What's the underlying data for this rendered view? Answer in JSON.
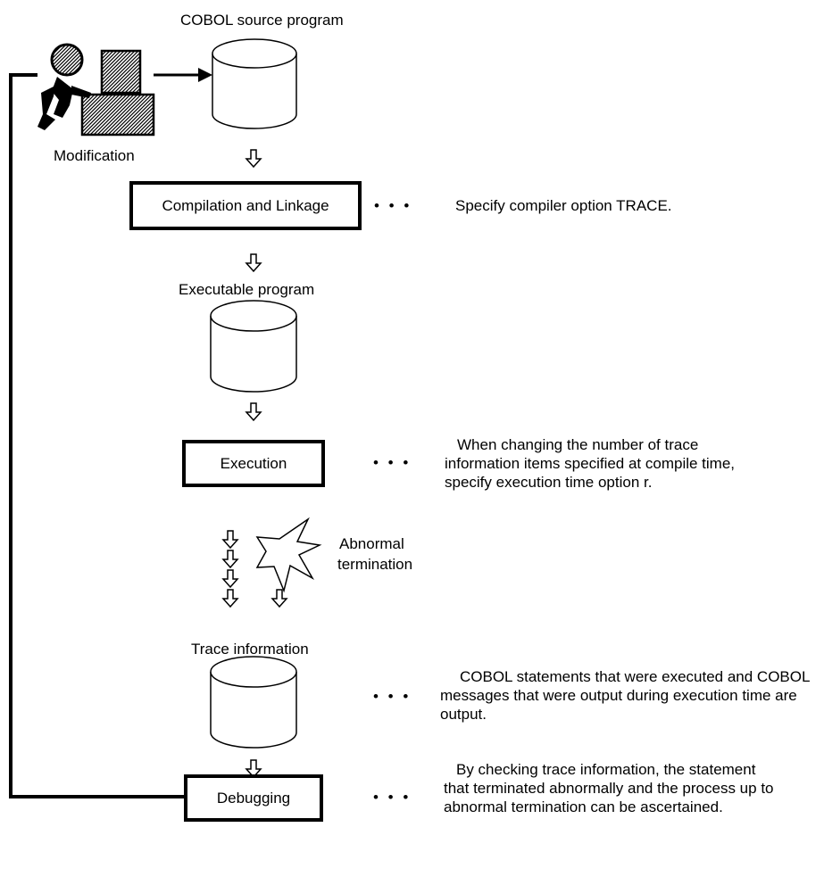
{
  "labels": {
    "source": "COBOL source program",
    "modification": "Modification",
    "executable": "Executable program",
    "abnormal_line1": "Abnormal",
    "abnormal_line2": "termination",
    "trace": "Trace information"
  },
  "steps": {
    "compile": "Compilation and Linkage",
    "execution": "Execution",
    "debugging": "Debugging"
  },
  "notes": {
    "compile": "Specify compiler option TRACE.",
    "execution": "When changing the number of trace information items specified at compile time,  specify execution time option r.",
    "trace": "COBOL statements that were executed and COBOL messages that were output during execution time are output.",
    "debugging": "By checking trace information,  the statement that terminated abnormally and the process up to abnormal termination can be ascertained."
  },
  "ellipsis": "• • •"
}
